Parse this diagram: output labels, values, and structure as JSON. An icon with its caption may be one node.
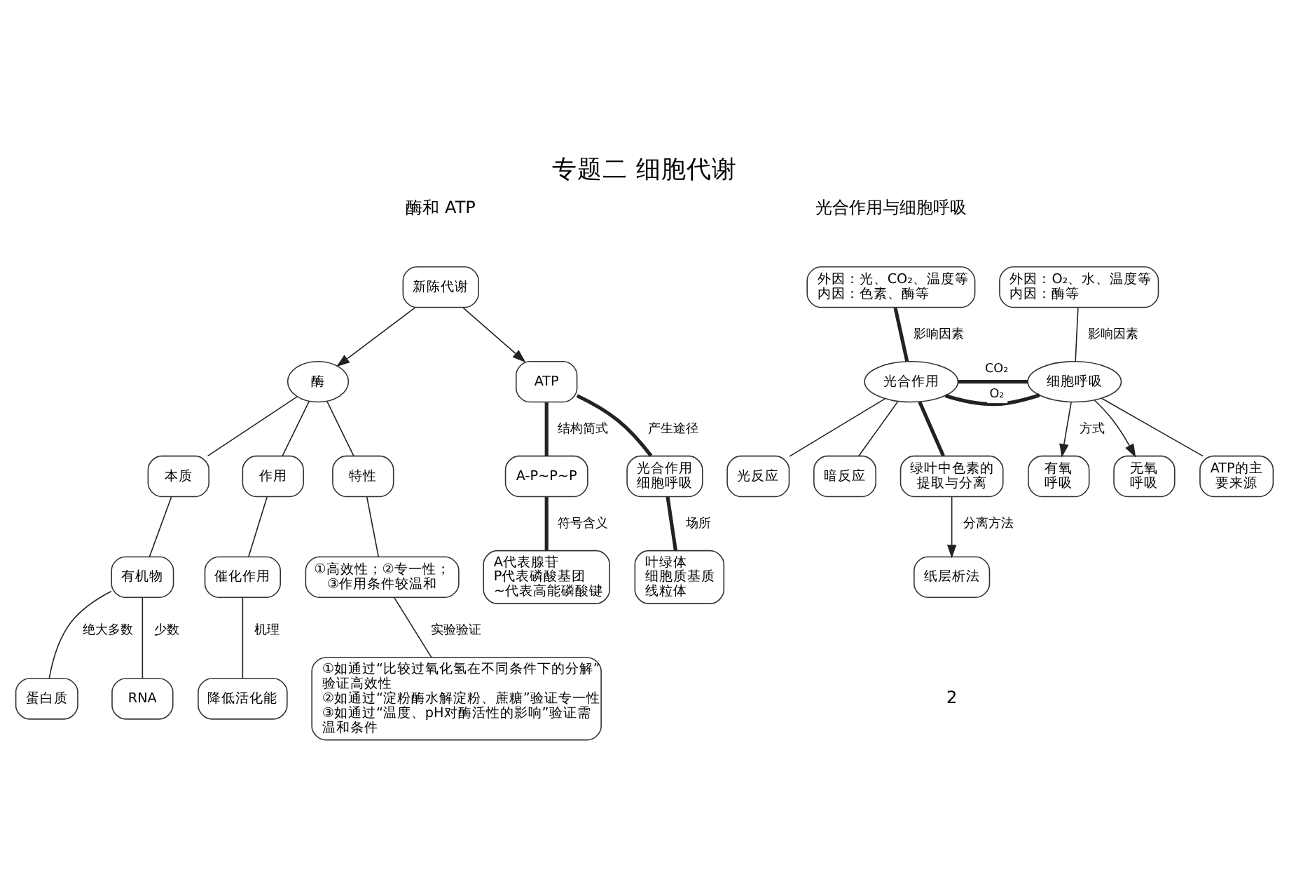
{
  "diagram": {
    "title": "专题二 细胞代谢",
    "nodes": [
      {
        "text": [
          "酶"
        ]
      },
      {
        "text": [
          "新陈代谢"
        ]
      },
      {
        "text": [
          "ATP"
        ]
      },
      {
        "text": [
          "本质"
        ]
      },
      {
        "text": [
          "作用"
        ]
      },
      {
        "text": [
          "特性"
        ]
      },
      {
        "text": [
          "有机物"
        ]
      },
      {
        "text": [
          "蛋白质"
        ]
      },
      {
        "text": [
          "RNA"
        ]
      },
      {
        "text": [
          "催化作用"
        ]
      },
      {
        "text": [
          "降低活化能"
        ]
      },
      {
        "text": [
          "①高效性；②专一性；③作用条件较温和"
        ]
      },
      {
        "text": [
          "①如通过“比较过氧化氢在不同条件下的分解”验证高效性",
          "②如通过“淀粉酶水解淀粉、蔗糖”验证专一性",
          "③如通过“温度、pH对酶活性的影响”验证需温和条件"
        ]
      },
      {
        "text": [
          "A-P~P~P"
        ]
      },
      {
        "text": [
          "光合作用",
          "细胞呼吸"
        ]
      },
      {
        "text": [
          "A代表腺苷",
          "P代表磷酸基团",
          "~代表高能磷酸键"
        ]
      },
      {
        "text": [
          "叶绿体",
          "细胞质基质",
          "线粒体"
        ]
      },
      {
        "text": [
          "外因：光、CO₂、温度等",
          "内因：色素、酶等"
        ]
      },
      {
        "text": [
          "外因：O₂、水、温度等",
          "内因：酶等"
        ]
      },
      {
        "text": [
          "光反应"
        ]
      },
      {
        "text": [
          "光合作用"
        ]
      },
      {
        "text": [
          "细胞呼吸"
        ]
      },
      {
        "text": [
          "有氧呼吸"
        ]
      },
      {
        "text": [
          "暗反应"
        ]
      },
      {
        "text": [
          "无氧呼吸"
        ]
      },
      {
        "text": [
          "绿叶中色素的提取与分离"
        ]
      },
      {
        "text": [
          "ATP的主要来源"
        ]
      },
      {
        "text": [
          "纸层析法"
        ]
      }
    ],
    "edges": [
      {
        "from": 1,
        "to": 0,
        "arrow": "to"
      },
      {
        "from": 1,
        "to": 2,
        "arrow": "to"
      },
      {
        "from": 0,
        "to": 3,
        "arrow": "none"
      },
      {
        "from": 0,
        "to": 4,
        "arrow": "none"
      },
      {
        "from": 0,
        "to": 5,
        "arrow": "none"
      },
      {
        "from": 3,
        "to": 6,
        "arrow": "none"
      },
      {
        "from": 6,
        "to": 7,
        "arrow": "none",
        "label": "绝大多数"
      },
      {
        "from": 6,
        "to": 8,
        "arrow": "none",
        "label": "少数"
      },
      {
        "from": 4,
        "to": 9,
        "arrow": "none"
      },
      {
        "from": 9,
        "to": 10,
        "arrow": "none",
        "label": "机理"
      },
      {
        "from": 5,
        "to": 11,
        "arrow": "none"
      },
      {
        "from": 11,
        "to": 12,
        "arrow": "none",
        "label": "实验验证"
      },
      {
        "from": 2,
        "to": 13,
        "arrow": "none",
        "label": "结构简式",
        "style": "thick"
      },
      {
        "from": 2,
        "to": 14,
        "arrow": "none",
        "label": "产生途径",
        "style": "thick"
      },
      {
        "from": 13,
        "to": 15,
        "arrow": "none",
        "label": "符号含义",
        "style": "thick"
      },
      {
        "from": 14,
        "to": 16,
        "arrow": "none",
        "label": "场所",
        "style": "thick"
      },
      {
        "from": 17,
        "to": 20,
        "arrow": "none",
        "label": "影响因素",
        "style": "thick"
      },
      {
        "from": 18,
        "to": 21,
        "arrow": "none",
        "label": "影响因素"
      },
      {
        "from": 20,
        "to": 19,
        "arrow": "none"
      },
      {
        "from": 20,
        "to": 23,
        "arrow": "none"
      },
      {
        "from": 20,
        "to": 21,
        "arrow": "none",
        "label": "O₂",
        "style": "thick"
      },
      {
        "from": 20,
        "to": 21,
        "arrow": "none",
        "label": "CO₂",
        "style": "thick"
      },
      {
        "from": 21,
        "to": 22,
        "arrow": "to",
        "label": "方式"
      },
      {
        "from": 21,
        "to": 24,
        "arrow": "to"
      },
      {
        "from": 20,
        "to": 25,
        "arrow": "none",
        "style": "thick"
      },
      {
        "from": 21,
        "to": 26,
        "arrow": "none"
      },
      {
        "from": 25,
        "to": 27,
        "arrow": "to",
        "label": "分离方法"
      }
    ],
    "labels": [
      "酶和 ATP",
      "光合作用与细胞呼吸",
      "2"
    ]
  }
}
